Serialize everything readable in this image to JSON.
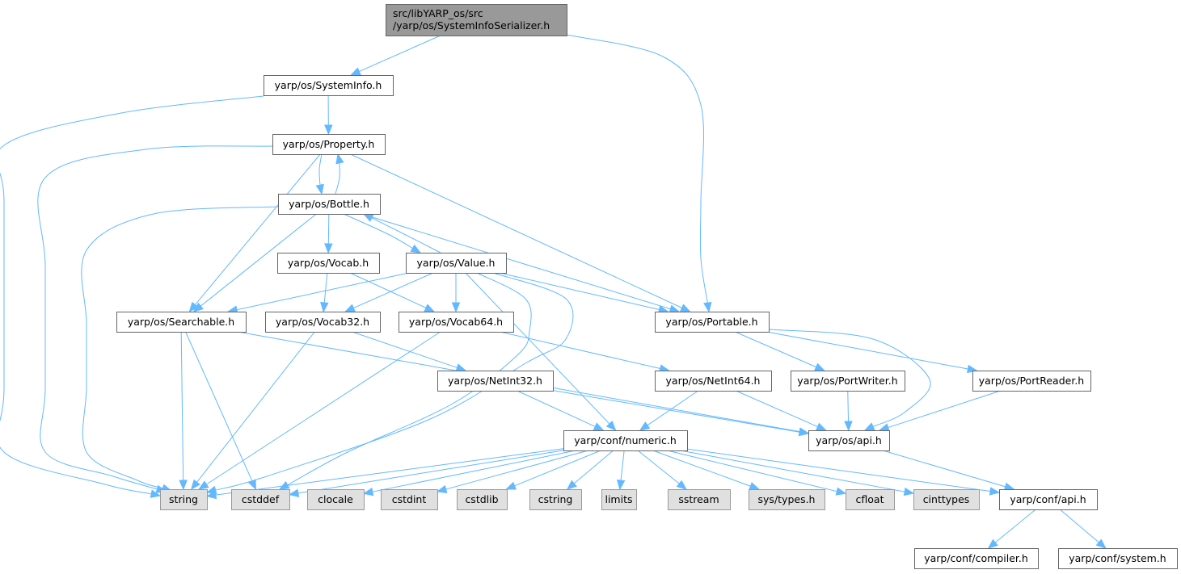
{
  "diagram": {
    "type": "include-dependency-graph",
    "colors": {
      "edge": "#63b8ff",
      "root_fill": "#999999",
      "external_fill": "#e0e0e0",
      "normal_fill": "#ffffff",
      "border": "#666666"
    },
    "nodes": [
      {
        "id": "root",
        "kind": "root",
        "lines": [
          "src/libYARP_os/src",
          "/yarp/os/SystemInfoSerializer.h"
        ]
      },
      {
        "id": "systeminfo",
        "kind": "normal",
        "lines": [
          "yarp/os/SystemInfo.h"
        ]
      },
      {
        "id": "property",
        "kind": "normal",
        "lines": [
          "yarp/os/Property.h"
        ]
      },
      {
        "id": "bottle",
        "kind": "normal",
        "lines": [
          "yarp/os/Bottle.h"
        ]
      },
      {
        "id": "vocab",
        "kind": "normal",
        "lines": [
          "yarp/os/Vocab.h"
        ]
      },
      {
        "id": "value",
        "kind": "normal",
        "lines": [
          "yarp/os/Value.h"
        ]
      },
      {
        "id": "searchable",
        "kind": "normal",
        "lines": [
          "yarp/os/Searchable.h"
        ]
      },
      {
        "id": "vocab32",
        "kind": "normal",
        "lines": [
          "yarp/os/Vocab32.h"
        ]
      },
      {
        "id": "vocab64",
        "kind": "normal",
        "lines": [
          "yarp/os/Vocab64.h"
        ]
      },
      {
        "id": "portable",
        "kind": "normal",
        "lines": [
          "yarp/os/Portable.h"
        ]
      },
      {
        "id": "netint32",
        "kind": "normal",
        "lines": [
          "yarp/os/NetInt32.h"
        ]
      },
      {
        "id": "netint64",
        "kind": "normal",
        "lines": [
          "yarp/os/NetInt64.h"
        ]
      },
      {
        "id": "portwriter",
        "kind": "normal",
        "lines": [
          "yarp/os/PortWriter.h"
        ]
      },
      {
        "id": "portreader",
        "kind": "normal",
        "lines": [
          "yarp/os/PortReader.h"
        ]
      },
      {
        "id": "numeric",
        "kind": "normal",
        "lines": [
          "yarp/conf/numeric.h"
        ]
      },
      {
        "id": "osapi",
        "kind": "normal",
        "lines": [
          "yarp/os/api.h"
        ]
      },
      {
        "id": "string",
        "kind": "external",
        "lines": [
          "string"
        ]
      },
      {
        "id": "cstddef",
        "kind": "external",
        "lines": [
          "cstddef"
        ]
      },
      {
        "id": "clocale",
        "kind": "external",
        "lines": [
          "clocale"
        ]
      },
      {
        "id": "cstdint",
        "kind": "external",
        "lines": [
          "cstdint"
        ]
      },
      {
        "id": "cstdlib",
        "kind": "external",
        "lines": [
          "cstdlib"
        ]
      },
      {
        "id": "cstring",
        "kind": "external",
        "lines": [
          "cstring"
        ]
      },
      {
        "id": "limits",
        "kind": "external",
        "lines": [
          "limits"
        ]
      },
      {
        "id": "sstream",
        "kind": "external",
        "lines": [
          "sstream"
        ]
      },
      {
        "id": "systypes",
        "kind": "external",
        "lines": [
          "sys/types.h"
        ]
      },
      {
        "id": "cfloat",
        "kind": "external",
        "lines": [
          "cfloat"
        ]
      },
      {
        "id": "cinttypes",
        "kind": "external",
        "lines": [
          "cinttypes"
        ]
      },
      {
        "id": "confapi",
        "kind": "normal",
        "lines": [
          "yarp/conf/api.h"
        ]
      },
      {
        "id": "compiler",
        "kind": "normal",
        "lines": [
          "yarp/conf/compiler.h"
        ]
      },
      {
        "id": "system",
        "kind": "normal",
        "lines": [
          "yarp/conf/system.h"
        ]
      }
    ],
    "edges": [
      {
        "from": "root",
        "to": "systeminfo"
      },
      {
        "from": "root",
        "to": "portable"
      },
      {
        "from": "systeminfo",
        "to": "property"
      },
      {
        "from": "systeminfo",
        "to": "string"
      },
      {
        "from": "property",
        "to": "bottle"
      },
      {
        "from": "property",
        "to": "searchable"
      },
      {
        "from": "property",
        "to": "portable"
      },
      {
        "from": "property",
        "to": "string"
      },
      {
        "from": "bottle",
        "to": "property"
      },
      {
        "from": "bottle",
        "to": "vocab"
      },
      {
        "from": "bottle",
        "to": "value"
      },
      {
        "from": "bottle",
        "to": "searchable"
      },
      {
        "from": "bottle",
        "to": "portable"
      },
      {
        "from": "bottle",
        "to": "string"
      },
      {
        "from": "value",
        "to": "bottle"
      },
      {
        "from": "value",
        "to": "searchable"
      },
      {
        "from": "value",
        "to": "vocab32"
      },
      {
        "from": "value",
        "to": "vocab64"
      },
      {
        "from": "value",
        "to": "portable"
      },
      {
        "from": "value",
        "to": "numeric"
      },
      {
        "from": "value",
        "to": "string"
      },
      {
        "from": "value",
        "to": "cstddef"
      },
      {
        "from": "vocab",
        "to": "vocab32"
      },
      {
        "from": "vocab",
        "to": "vocab64"
      },
      {
        "from": "searchable",
        "to": "osapi"
      },
      {
        "from": "searchable",
        "to": "string"
      },
      {
        "from": "searchable",
        "to": "cstddef"
      },
      {
        "from": "vocab32",
        "to": "netint32"
      },
      {
        "from": "vocab32",
        "to": "string"
      },
      {
        "from": "vocab64",
        "to": "netint64"
      },
      {
        "from": "vocab64",
        "to": "string"
      },
      {
        "from": "portable",
        "to": "portwriter"
      },
      {
        "from": "portable",
        "to": "portreader"
      },
      {
        "from": "portable",
        "to": "osapi"
      },
      {
        "from": "netint32",
        "to": "numeric"
      },
      {
        "from": "netint32",
        "to": "osapi"
      },
      {
        "from": "netint64",
        "to": "numeric"
      },
      {
        "from": "netint64",
        "to": "osapi"
      },
      {
        "from": "portwriter",
        "to": "osapi"
      },
      {
        "from": "portreader",
        "to": "osapi"
      },
      {
        "from": "numeric",
        "to": "string"
      },
      {
        "from": "numeric",
        "to": "cstddef"
      },
      {
        "from": "numeric",
        "to": "clocale"
      },
      {
        "from": "numeric",
        "to": "cstdint"
      },
      {
        "from": "numeric",
        "to": "cstdlib"
      },
      {
        "from": "numeric",
        "to": "cstring"
      },
      {
        "from": "numeric",
        "to": "limits"
      },
      {
        "from": "numeric",
        "to": "sstream"
      },
      {
        "from": "numeric",
        "to": "systypes"
      },
      {
        "from": "numeric",
        "to": "cfloat"
      },
      {
        "from": "numeric",
        "to": "cinttypes"
      },
      {
        "from": "numeric",
        "to": "confapi"
      },
      {
        "from": "osapi",
        "to": "confapi"
      },
      {
        "from": "confapi",
        "to": "compiler"
      },
      {
        "from": "confapi",
        "to": "system"
      }
    ]
  }
}
